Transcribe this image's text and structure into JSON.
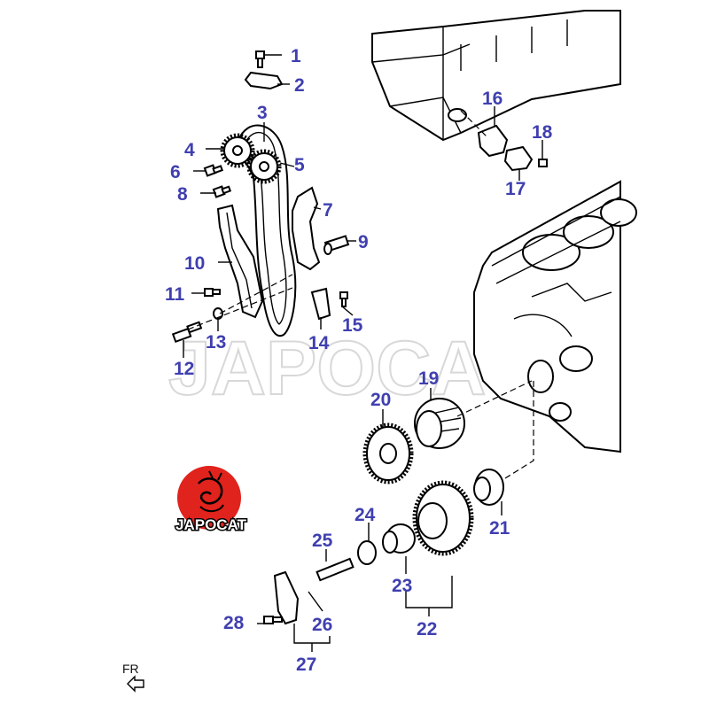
{
  "diagram": {
    "watermark": "JAPOCAT",
    "direction_label": "FR",
    "parts": [
      {
        "id": "1"
      },
      {
        "id": "2"
      },
      {
        "id": "3"
      },
      {
        "id": "4"
      },
      {
        "id": "5"
      },
      {
        "id": "6"
      },
      {
        "id": "7"
      },
      {
        "id": "8"
      },
      {
        "id": "9"
      },
      {
        "id": "10"
      },
      {
        "id": "11"
      },
      {
        "id": "12"
      },
      {
        "id": "13"
      },
      {
        "id": "14"
      },
      {
        "id": "15"
      },
      {
        "id": "16"
      },
      {
        "id": "17"
      },
      {
        "id": "18"
      },
      {
        "id": "19"
      },
      {
        "id": "20"
      },
      {
        "id": "21"
      },
      {
        "id": "22"
      },
      {
        "id": "23"
      },
      {
        "id": "24"
      },
      {
        "id": "25"
      },
      {
        "id": "26"
      },
      {
        "id": "27"
      },
      {
        "id": "28"
      }
    ]
  },
  "logo": {
    "text": "JAPOCAT",
    "color": "#e0231c"
  },
  "colors": {
    "label": "#3f3fb0",
    "watermark": "#d8d8d8"
  }
}
